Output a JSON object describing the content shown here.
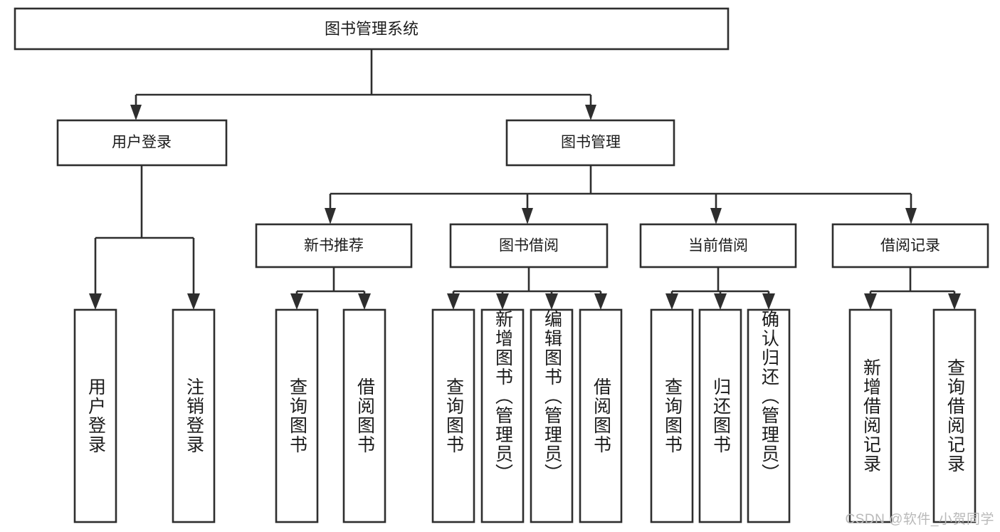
{
  "diagram": {
    "type": "hierarchy-tree",
    "title": "图书管理系统",
    "root": {
      "label": "图书管理系统"
    },
    "level2": [
      {
        "label": "用户登录"
      },
      {
        "label": "图书管理"
      }
    ],
    "level3": [
      {
        "label": "新书推荐"
      },
      {
        "label": "图书借阅"
      },
      {
        "label": "当前借阅"
      },
      {
        "label": "借阅记录"
      }
    ],
    "leaves": {
      "user_login": [
        {
          "label": "用户登录"
        },
        {
          "label": "注销登录"
        }
      ],
      "new_book_recommend": [
        {
          "label": "查询图书"
        },
        {
          "label": "借阅图书"
        }
      ],
      "book_borrow": [
        {
          "label": "查询图书"
        },
        {
          "label": "新增图书（管理员）"
        },
        {
          "label": "编辑图书（管理员）"
        },
        {
          "label": "借阅图书"
        }
      ],
      "current_borrow": [
        {
          "label": "查询图书"
        },
        {
          "label": "归还图书"
        },
        {
          "label": "确认归还（管理员）"
        }
      ],
      "borrow_record": [
        {
          "label": "新增借阅记录"
        },
        {
          "label": "查询借阅记录"
        }
      ]
    }
  },
  "watermark": {
    "text": "CSDN @软件_小贺同学"
  },
  "colors": {
    "stroke": "#2e2e2e",
    "text": "#1b1b1b",
    "background": "#ffffff",
    "watermark": "#b9b9b9"
  }
}
